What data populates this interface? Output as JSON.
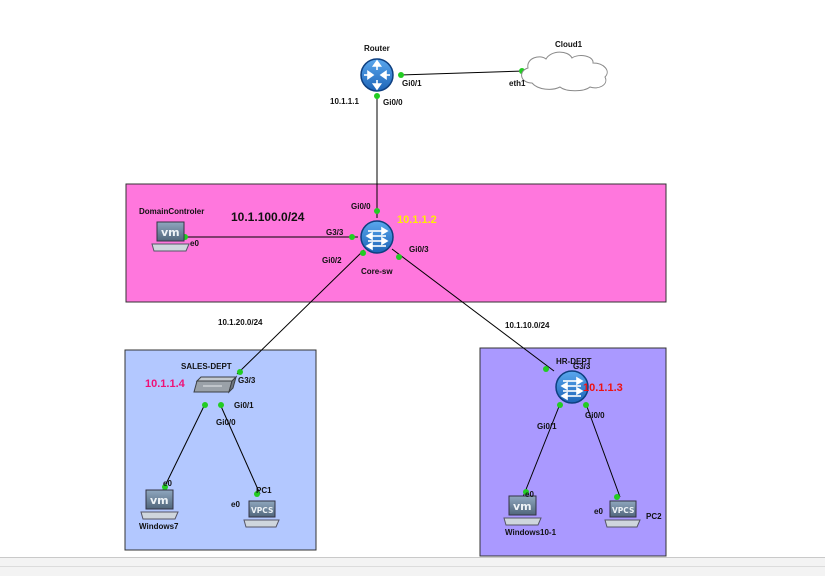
{
  "zones": {
    "core": {
      "subnet": "10.1.100.0/24",
      "fill": "#ff77dd"
    },
    "sales": {
      "fill": "#b3c8ff"
    },
    "hr": {
      "fill": "#aa99ff"
    }
  },
  "devices": {
    "router": {
      "name": "Router",
      "ip": "10.1.1.1"
    },
    "cloud": {
      "name": "Cloud1",
      "port": "eth1"
    },
    "core_sw": {
      "name": "Core-sw",
      "ip": "10.1.1.2"
    },
    "dc": {
      "name": "DomainControler",
      "icon_text": "vm",
      "port": "e0"
    },
    "sales_sw": {
      "name": "SALES-DEPT",
      "ip": "10.1.1.4"
    },
    "hr_sw": {
      "name": "HR-DEPT",
      "ip": "10.1.1.3"
    },
    "win7": {
      "name": "Windows7",
      "icon_text": "vm",
      "port": "e0"
    },
    "pc1": {
      "name": "PC1",
      "icon_text": "VPCS",
      "port": "e0"
    },
    "win10": {
      "name": "Windows10-1",
      "icon_text": "vm",
      "port": "e0"
    },
    "pc2": {
      "name": "PC2",
      "icon_text": "VPCS",
      "port": "e0"
    }
  },
  "ports": {
    "router_gi01": "Gi0/1",
    "router_gi00": "Gi0/0",
    "core_gi00": "Gi0/0",
    "core_g33": "G3/3",
    "core_gi02": "Gi0/2",
    "core_gi03": "Gi0/3",
    "sales_g33": "G3/3",
    "sales_gi01": "Gi0/1",
    "sales_gi00": "Gi0/0",
    "hr_g33": "G3/3",
    "hr_gi01": "Gi0/1",
    "hr_gi00": "Gi0/0"
  },
  "links": {
    "sales_subnet": "10.1.20.0/24",
    "hr_subnet": "10.1.10.0/24"
  },
  "colors": {
    "ip_yellow": "#ffee00",
    "ip_pink": "#ee1177",
    "ip_red": "#ee1111",
    "port_dot": "#22cc22",
    "router_blue": "#2a7fd6"
  }
}
